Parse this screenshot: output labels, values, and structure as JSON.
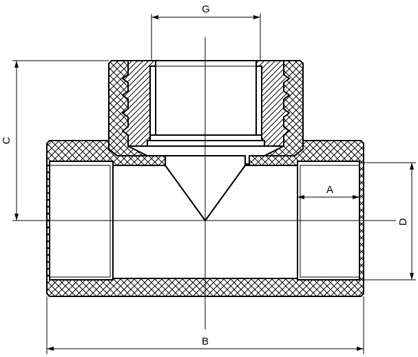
{
  "drawing": {
    "labels": {
      "g": "G",
      "c": "C",
      "a": "A",
      "d": "D",
      "b": "B"
    }
  }
}
